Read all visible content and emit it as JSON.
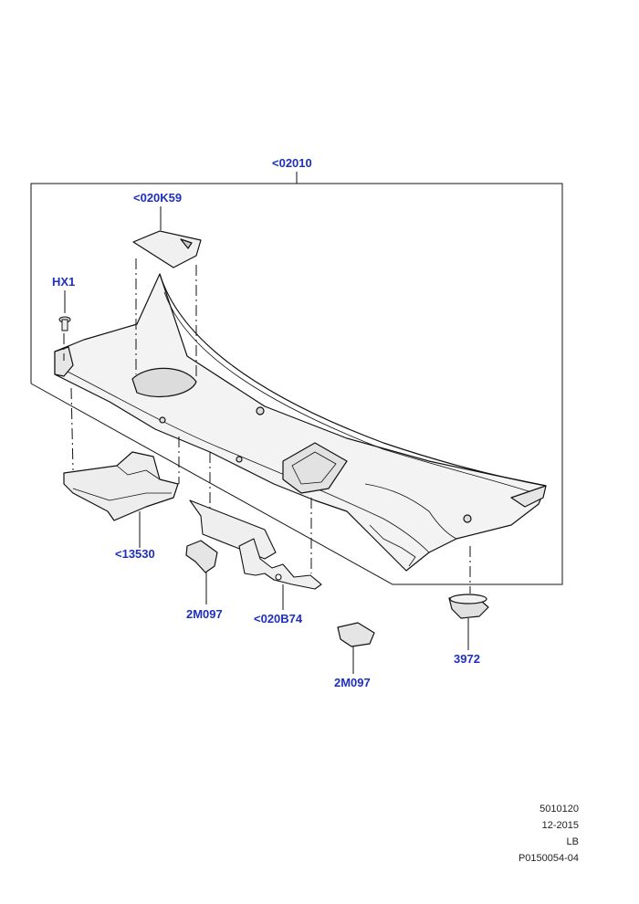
{
  "colors": {
    "callout": "#1f2fbf",
    "line": "#111111",
    "part_fill": "#f2f2f2",
    "part_shade": "#cfcfcf"
  },
  "callouts": {
    "assembly": "<02010",
    "cover": "<020K59",
    "screw": "HX1",
    "left_bracket": "<13530",
    "clip_left": "2M097",
    "bracket_center": "<020B74",
    "clip_right": "2M097",
    "grommet": "3972"
  },
  "meta": {
    "part_code": "5010120",
    "date": "12-2015",
    "region": "LB",
    "illustration_id": "P0150054-04"
  }
}
